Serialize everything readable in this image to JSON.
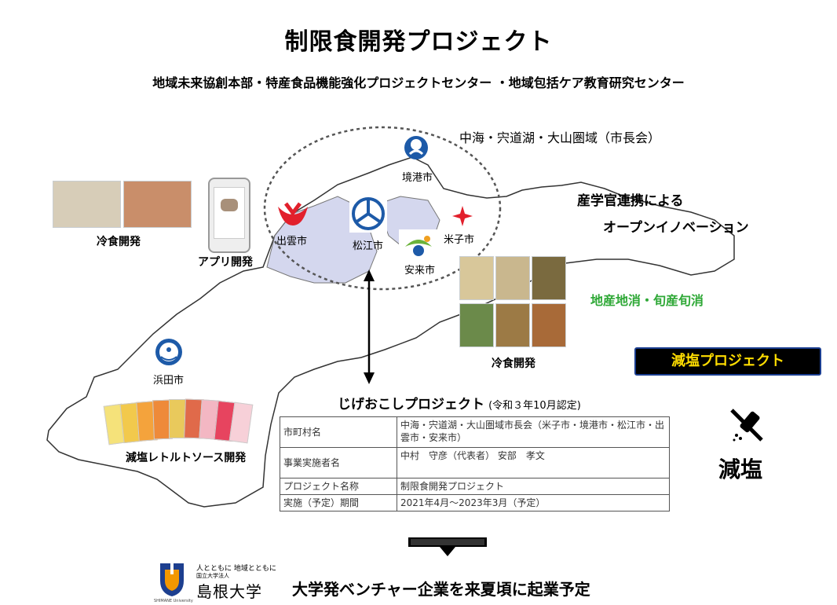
{
  "title": "制限食開発プロジェクト",
  "subtitle": "地域未来協創本部・特産食品機能強化プロジェクトセンター ・地域包括ケア教育研究センター",
  "region_label": "中海・宍道湖・大山圏域（市長会）",
  "cities": {
    "sakaiminato": "境港市",
    "izumo": "出雲市",
    "matsue": "松江市",
    "yonago": "米子市",
    "yasugi": "安来市",
    "hamada": "浜田市"
  },
  "labels": {
    "frozen_food_left": "冷食開発",
    "app_dev": "アプリ開発",
    "sangakukan_line1": "産学官連携による",
    "sangakukan_line2": "オープンイノベーション",
    "chisan": "地産地消・旬産旬消",
    "frozen_food_right": "冷食開発",
    "low_salt_project": "減塩プロジェクト",
    "retort": "減塩レトルトソース開発",
    "low_salt_mark": "減塩"
  },
  "jige": {
    "title": "じげおこしプロジェクト",
    "note": "(令和３年10月認定)"
  },
  "table": [
    {
      "key": "市町村名",
      "value": "中海・宍道湖・大山圏域市長会（米子市・境港市・松江市・出雲市・安来市）"
    },
    {
      "key": "事業実施者名",
      "value": "中村　守彦（代表者） 安部　孝文"
    },
    {
      "key": "プロジェクト名称",
      "value": "制限食開発プロジェクト"
    },
    {
      "key": "実施（予定）期間",
      "value": "2021年4月～2023年3月（予定）"
    }
  ],
  "university": {
    "tagline": "人とともに 地域とともに",
    "corp": "国立大学法人",
    "name": "島根大学",
    "name_en": "SHIMANE University"
  },
  "bottom_message": "大学発ベンチャー企業を来夏頃に起業予定",
  "colors": {
    "map_fill": "#ffffff",
    "map_stroke": "#333333",
    "map_highlight": "#d4d7ee",
    "tag_bg": "#000000",
    "tag_text": "#ffdd00",
    "green_text": "#2ea836",
    "izumo_red": "#e2202c",
    "matsue_blue": "#1d5aa8",
    "yasugi_green": "#6bb33a"
  }
}
